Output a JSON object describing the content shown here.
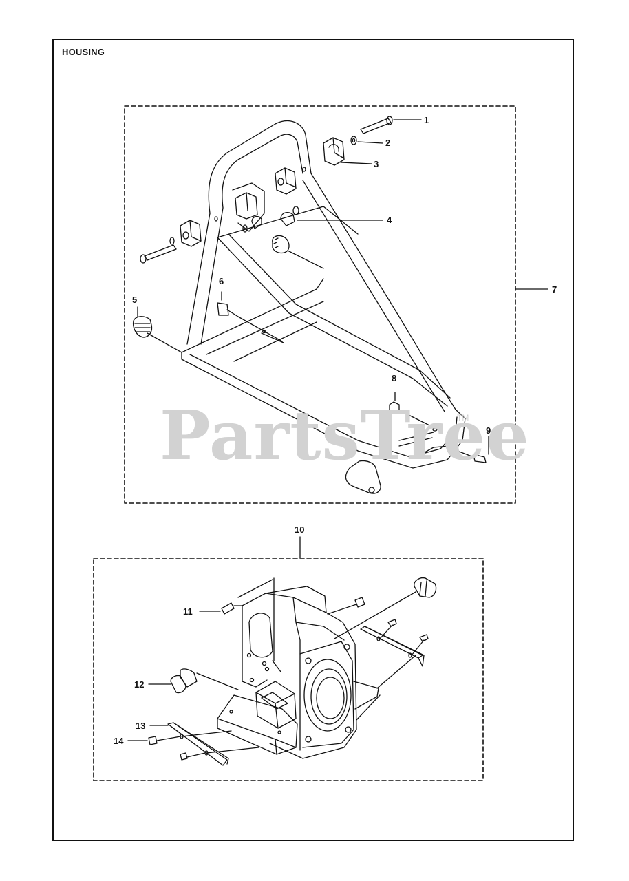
{
  "title": "HOUSING",
  "watermark": {
    "text": "PartsTree",
    "mark": "TM"
  },
  "callouts": {
    "c1": "1",
    "c2": "2",
    "c3": "3",
    "c4": "4",
    "c5": "5",
    "c6": "6",
    "c7": "7",
    "c8": "8",
    "c9": "9",
    "c10": "10",
    "c11": "11",
    "c12": "12",
    "c13": "13",
    "c14": "14"
  },
  "colors": {
    "line": "#111111",
    "watermark": "#d2d2d2",
    "background": "#ffffff"
  }
}
